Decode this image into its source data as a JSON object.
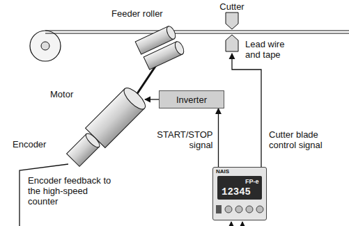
{
  "diagram": {
    "nodes": [
      {
        "text": [
          "Inverter"
        ]
      },
      {
        "text": [
          "NAIS",
          "FP-e",
          "12345"
        ]
      }
    ],
    "edges": [
      {
        "from": 1,
        "to": 0,
        "arrow": "to",
        "label": "START/STOP signal"
      }
    ],
    "labels": [
      "Feeder roller",
      "Cutter",
      "Lead wire and tape",
      "Motor",
      "Encoder",
      "Encoder feedback to the high-speed counter",
      "Cutter blade control signal"
    ]
  }
}
